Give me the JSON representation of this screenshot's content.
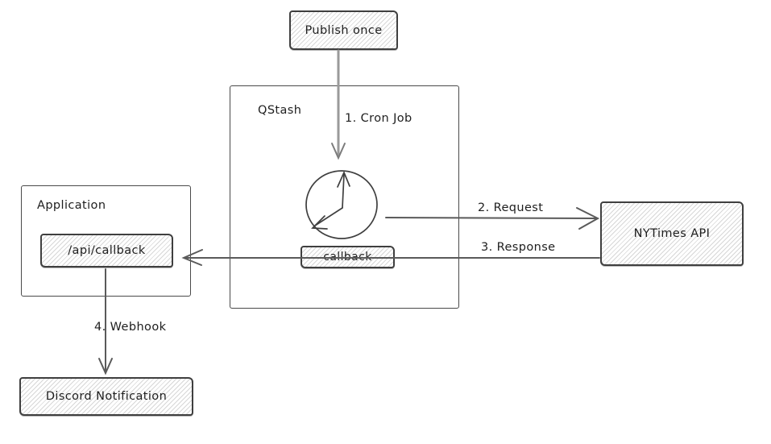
{
  "diagram": {
    "description": "Hand-drawn style architecture diagram of a QStash scheduled cron workflow",
    "colors": {
      "background": "#ffffff",
      "box_border": "#3f3f3f",
      "container_border": "#4a4a4a",
      "text": "#1e1e1e",
      "arrow": "#5a5a5a",
      "cron_arrow": "#9a9a9a",
      "hatch_line": "#bcbcbc"
    },
    "nodes": {
      "publish_once": {
        "label": "Publish once"
      },
      "qstash": {
        "label": "QStash"
      },
      "callback": {
        "label": "callback"
      },
      "application": {
        "label": "Application"
      },
      "api_callback": {
        "label": "/api/callback"
      },
      "nytimes_api": {
        "label": "NYTimes API"
      },
      "discord_notification": {
        "label": "Discord Notification"
      }
    },
    "edges": {
      "cron_job": {
        "label": "1. Cron Job",
        "from": "publish_once",
        "to": "clock"
      },
      "request": {
        "label": "2. Request",
        "from": "clock",
        "to": "nytimes_api"
      },
      "response": {
        "label": "3. Response",
        "from": "nytimes_api",
        "to": "api_callback"
      },
      "webhook": {
        "label": "4. Webhook",
        "from": "api_callback",
        "to": "discord_notification"
      }
    },
    "icons": {
      "clock": "clock-icon"
    }
  }
}
